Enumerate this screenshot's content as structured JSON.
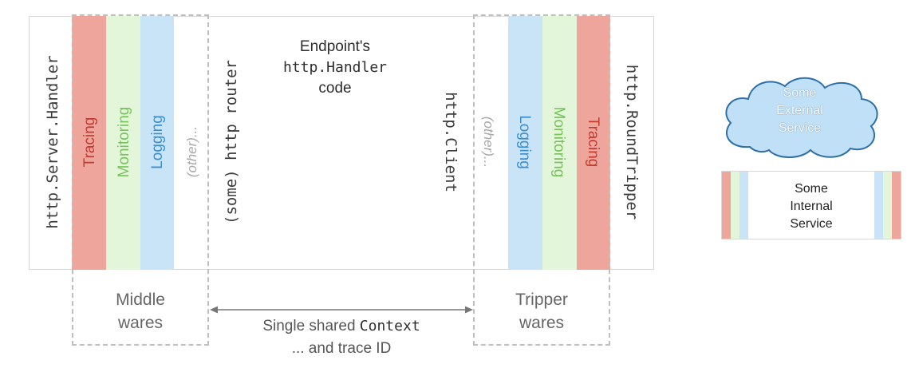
{
  "diagram": {
    "server_handler_label": "http.Server.Handler",
    "middleware_layers": [
      {
        "label": "Tracing",
        "color": "#eea59c",
        "text_color": "#c43a2f"
      },
      {
        "label": "Monitoring",
        "color": "#e3f6d9",
        "text_color": "#78c25c"
      },
      {
        "label": "Logging",
        "color": "#c9e4f7",
        "text_color": "#3b8fd0"
      },
      {
        "label": "(other)...",
        "color": "#ffffff",
        "text_color": "#a8a8a8"
      }
    ],
    "router_label": "(some) http router",
    "endpoint": {
      "line1": "Endpoint's",
      "line2": "http.Handler",
      "line3": "code"
    },
    "client_label": "http.Client",
    "tripper_layers": [
      {
        "label": "(other)...",
        "color": "#ffffff",
        "text_color": "#a8a8a8"
      },
      {
        "label": "Logging",
        "color": "#c9e4f7",
        "text_color": "#3b8fd0"
      },
      {
        "label": "Monitoring",
        "color": "#e3f6d9",
        "text_color": "#78c25c"
      },
      {
        "label": "Tracing",
        "color": "#eea59c",
        "text_color": "#c43a2f"
      }
    ],
    "roundtripper_label": "http.RoundTripper",
    "middlewares_group": {
      "line1": "Middle",
      "line2": "wares"
    },
    "trippers_group": {
      "line1": "Tripper",
      "line2": "wares"
    },
    "context": {
      "prefix": "Single shared ",
      "code": "Context",
      "line2": "... and trace ID"
    },
    "external_service": {
      "line1": "Some",
      "line2": "External",
      "line3": "Service",
      "fill": "#bfe0f7",
      "stroke": "#2f6fa8"
    },
    "internal_service": {
      "line1": "Some",
      "line2": "Internal",
      "line3": "Service"
    }
  }
}
